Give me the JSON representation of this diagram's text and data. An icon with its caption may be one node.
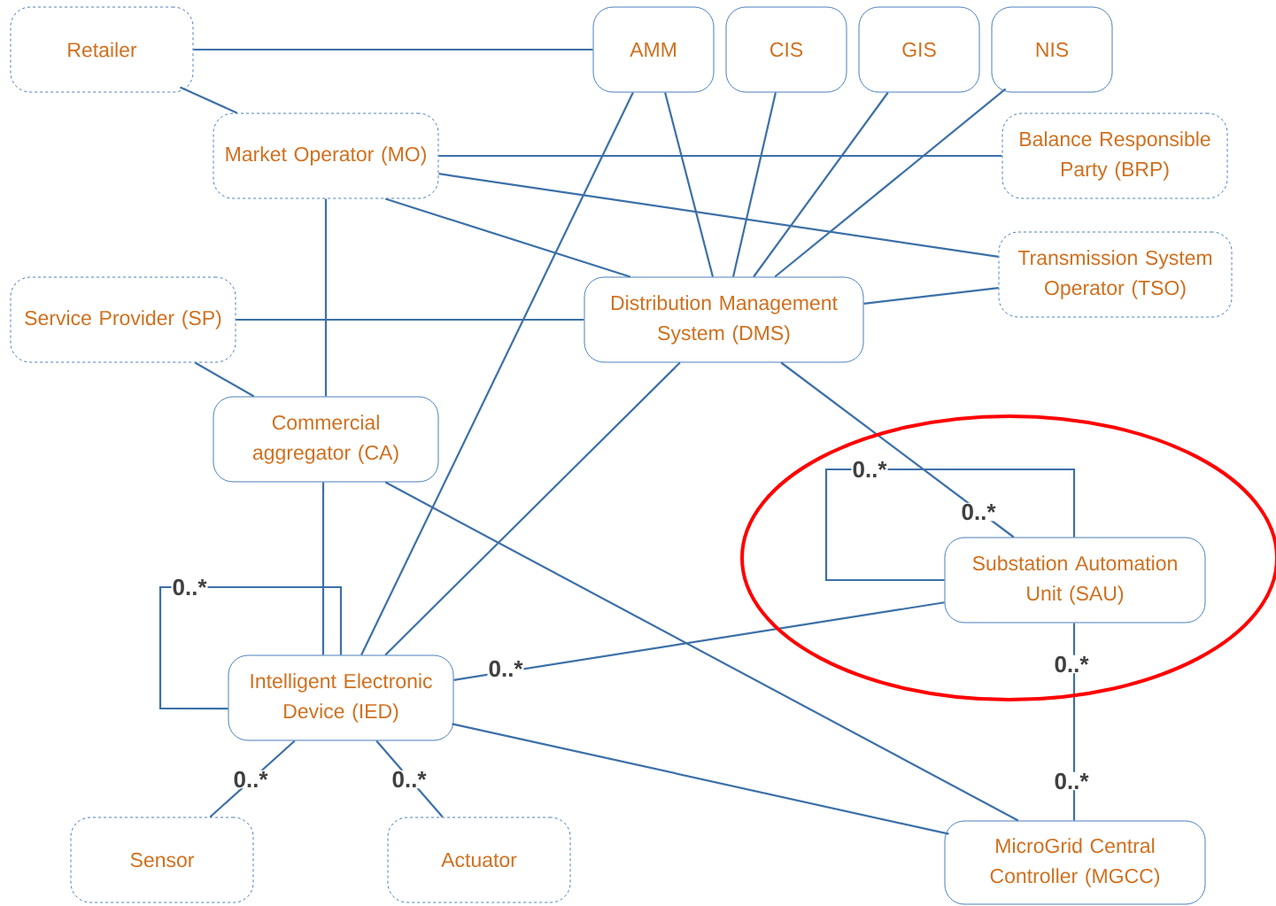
{
  "diagram": {
    "nodes": [
      {
        "text": [
          "Retailer"
        ]
      },
      {
        "text": [
          "AMM"
        ]
      },
      {
        "text": [
          "CIS"
        ]
      },
      {
        "text": [
          "GIS"
        ]
      },
      {
        "text": [
          "NIS"
        ]
      },
      {
        "text": [
          "Market Operator (MO)"
        ]
      },
      {
        "text": [
          "Balance Responsible Party (BRP)"
        ]
      },
      {
        "text": [
          "Transmission System Operator (TSO)"
        ]
      },
      {
        "text": [
          "Service Provider (SP)"
        ]
      },
      {
        "text": [
          "Distribution Management System (DMS)"
        ]
      },
      {
        "text": [
          "Commercial aggregator (CA)"
        ]
      },
      {
        "text": [
          "Substation Automation Unit (SAU)"
        ]
      },
      {
        "text": [
          "Intelligent Electronic Device (IED)"
        ]
      },
      {
        "text": [
          "Sensor"
        ]
      },
      {
        "text": [
          "Actuator"
        ]
      },
      {
        "text": [
          "MicroGrid Central Controller (MGCC)"
        ]
      }
    ],
    "edges": [
      {
        "from": 0,
        "to": 1,
        "arrow": "none"
      },
      {
        "from": 0,
        "to": 5,
        "arrow": "none"
      },
      {
        "from": 5,
        "to": 6,
        "arrow": "none"
      },
      {
        "from": 5,
        "to": 7,
        "arrow": "none"
      },
      {
        "from": 5,
        "to": 9,
        "arrow": "none"
      },
      {
        "from": 5,
        "to": 10,
        "arrow": "none"
      },
      {
        "from": 8,
        "to": 9,
        "arrow": "none"
      },
      {
        "from": 8,
        "to": 10,
        "arrow": "none"
      },
      {
        "from": 1,
        "to": 9,
        "arrow": "none"
      },
      {
        "from": 2,
        "to": 9,
        "arrow": "none"
      },
      {
        "from": 3,
        "to": 9,
        "arrow": "none"
      },
      {
        "from": 4,
        "to": 9,
        "arrow": "none"
      },
      {
        "from": 9,
        "to": 7,
        "arrow": "none"
      },
      {
        "from": 1,
        "to": 12,
        "arrow": "none"
      },
      {
        "from": 9,
        "to": 12,
        "arrow": "none"
      },
      {
        "from": 9,
        "to": 11,
        "arrow": "none",
        "label": "0..*"
      },
      {
        "from": 11,
        "to": 11,
        "arrow": "none",
        "label": "0..*"
      },
      {
        "from": 10,
        "to": 12,
        "arrow": "none"
      },
      {
        "from": 12,
        "to": 12,
        "arrow": "none",
        "label": "0..*"
      },
      {
        "from": 10,
        "to": 15,
        "arrow": "none"
      },
      {
        "from": 11,
        "to": 12,
        "arrow": "none",
        "label": "0..*"
      },
      {
        "from": 12,
        "to": 15,
        "arrow": "none"
      },
      {
        "from": 12,
        "to": 13,
        "arrow": "none",
        "label": "0..*"
      },
      {
        "from": 12,
        "to": 14,
        "arrow": "none",
        "label": "0..*"
      },
      {
        "from": 11,
        "to": 15,
        "arrow": "none",
        "label": "0..*"
      }
    ],
    "labels": [
      "0..*"
    ]
  }
}
